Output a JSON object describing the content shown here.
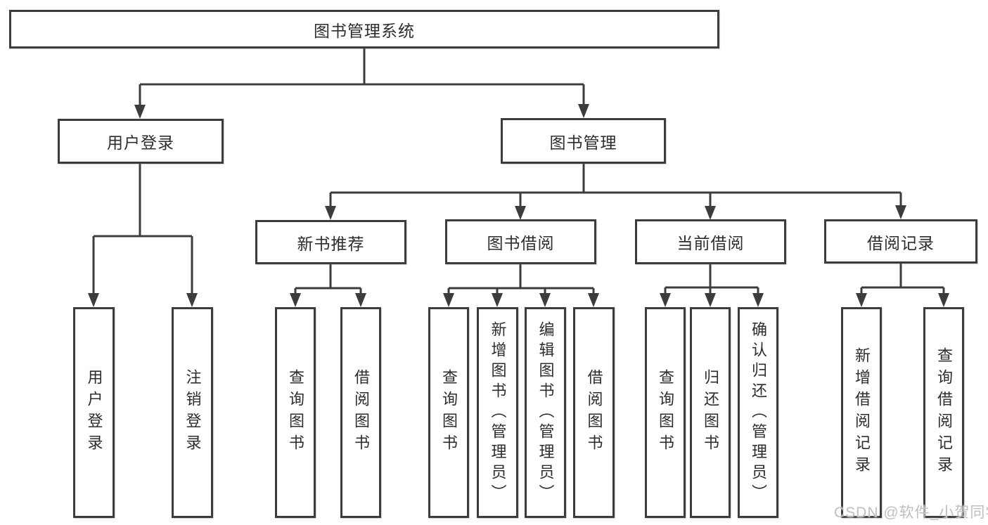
{
  "diagram": {
    "root": {
      "label": "图书管理系统"
    },
    "branches": [
      {
        "label": "用户登录",
        "children": [
          "用户登录",
          "注销登录"
        ]
      },
      {
        "label": "图书管理",
        "sections": [
          {
            "label": "新书推荐",
            "children": [
              "查询图书",
              "借阅图书"
            ]
          },
          {
            "label": "图书借阅",
            "children": [
              "查询图书",
              "新增图书（管理员）",
              "编辑图书（管理员）",
              "借阅图书"
            ]
          },
          {
            "label": "当前借阅",
            "children": [
              "查询图书",
              "归还图书",
              "确认归还（管理员）"
            ]
          },
          {
            "label": "借阅记录",
            "children": [
              "新增借阅记录",
              "查询借阅记录"
            ]
          }
        ]
      }
    ]
  },
  "colors": {
    "line": "#3c3c3c",
    "text": "#2d2d2d",
    "watermark": "#bcc0c5",
    "background": "#ffffff"
  },
  "watermark": {
    "text": "CSDN @软件_小贺同学"
  }
}
